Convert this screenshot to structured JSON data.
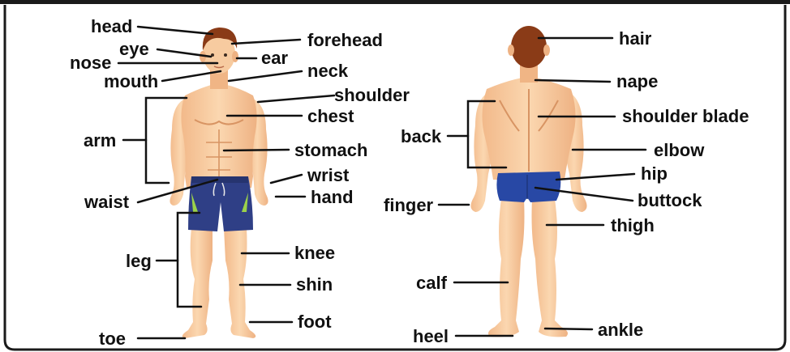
{
  "colors": {
    "background": "#ffffff",
    "frame": "#1a1a1a",
    "text": "#111111",
    "leader_line": "#111111",
    "skin": "#f6c89c",
    "skin_shadow": "#e3a273",
    "hair": "#8a3b17",
    "shorts": "#2f3f86",
    "trunks": "#2848a5"
  },
  "front_figure": {
    "labels": {
      "head": "head",
      "forehead": "forehead",
      "eye": "eye",
      "ear": "ear",
      "nose": "nose",
      "mouth": "mouth",
      "neck": "neck",
      "shoulder": "shoulder",
      "chest": "chest",
      "arm": "arm",
      "stomach": "stomach",
      "wrist": "wrist",
      "waist": "waist",
      "hand": "hand",
      "leg": "leg",
      "knee": "knee",
      "shin": "shin",
      "foot": "foot",
      "toe": "toe"
    }
  },
  "back_figure": {
    "labels": {
      "hair": "hair",
      "nape": "nape",
      "shoulder_blade": "shoulder blade",
      "back": "back",
      "elbow": "elbow",
      "hip": "hip",
      "finger": "finger",
      "buttock": "buttock",
      "thigh": "thigh",
      "calf": "calf",
      "ankle": "ankle",
      "heel": "heel"
    }
  }
}
